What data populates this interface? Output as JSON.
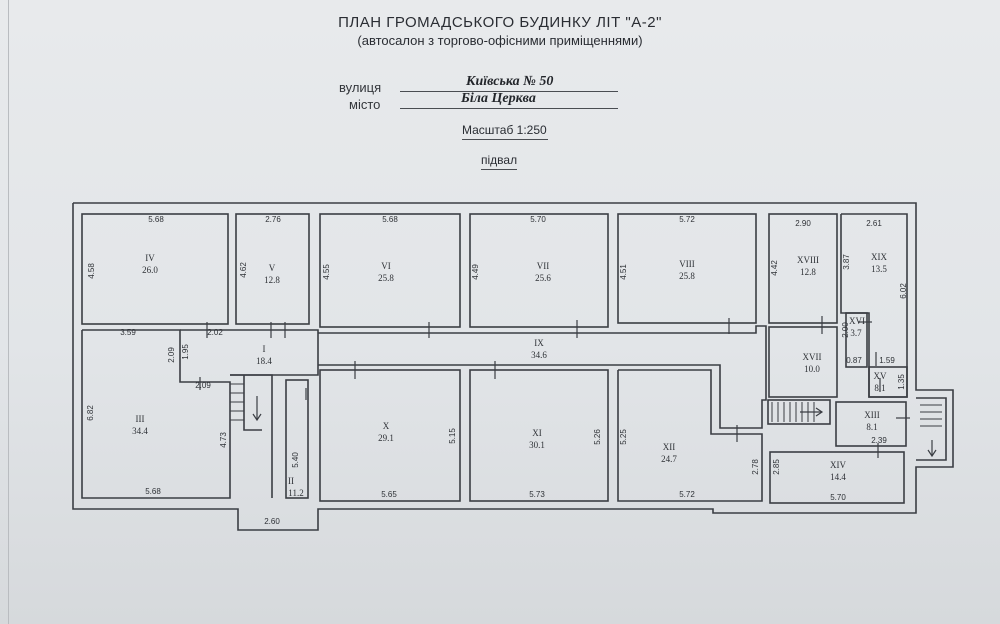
{
  "title": "ПЛАН ГРОМАДСЬКОГО БУДИНКУ  ЛІТ \"А-2\"",
  "subtitle": "(автосалон з торгово-офісними приміщеннями)",
  "address": {
    "street_label": "вулиця",
    "street_value": "Київська   № 50",
    "city_label": "місто",
    "city_value": "Біла Церква"
  },
  "scale": "Масштаб 1:250",
  "floor": "підвал",
  "rooms": {
    "r1": {
      "num": "I",
      "area": "18.4"
    },
    "r2": {
      "num": "II",
      "area": "11.2"
    },
    "r3": {
      "num": "III",
      "area": "34.4"
    },
    "r4": {
      "num": "IV",
      "area": "26.0"
    },
    "r5": {
      "num": "V",
      "area": "12.8"
    },
    "r6": {
      "num": "VI",
      "area": "25.8"
    },
    "r7": {
      "num": "VII",
      "area": "25.6"
    },
    "r8": {
      "num": "VIII",
      "area": "25.8"
    },
    "r9": {
      "num": "IX",
      "area": "34.6"
    },
    "r10": {
      "num": "X",
      "area": "29.1"
    },
    "r11": {
      "num": "XI",
      "area": "30.1"
    },
    "r12": {
      "num": "XII",
      "area": "24.7"
    },
    "r13": {
      "num": "XIII",
      "area": "8.1"
    },
    "r14": {
      "num": "XIV",
      "area": "14.4"
    },
    "r15": {
      "num": "XV",
      "area": "8.1"
    },
    "r16": {
      "num": "XVI",
      "area": "3.7"
    },
    "r17": {
      "num": "XVII",
      "area": "10.0"
    },
    "r18": {
      "num": "XVIII",
      "area": "12.8"
    },
    "r19": {
      "num": "XIX",
      "area": "13.5"
    }
  },
  "dims": {
    "d_iv_w": "5.68",
    "d_iv_h": "4.58",
    "d_v_w": "2.76",
    "d_v_h": "4.62",
    "d_vi_w": "5.68",
    "d_vi_h": "4.55",
    "d_vii_w": "5.70",
    "d_vii_h": "4.49",
    "d_viii_w": "5.72",
    "d_viii_h": "4.51",
    "d_xviii_w": "2.90",
    "d_xviii_h": "4.42",
    "d_xix_w": "2.61",
    "d_xix_h": "3.87",
    "d_xix_side": "6.02",
    "d_iii_top": "3.59",
    "d_iii_step": "2.02",
    "d_i_a": "2.09",
    "d_i_b": "1.95",
    "d_i_c": "2.09",
    "d_iii_h": "6.82",
    "d_iii_w": "5.68",
    "d_stair_h": "4.73",
    "d_ii_h": "5.40",
    "d_ii_w": "2.60",
    "d_x_w": "5.65",
    "d_x_h": "5.15",
    "d_xi_w": "5.73",
    "d_xi_h": "5.26",
    "d_xii_w": "5.72",
    "d_xii_h": "5.25",
    "d_xii_side": "2.78",
    "d_xiv_w": "5.70",
    "d_xiv_h": "2.85",
    "d_xvi_h": "2.00",
    "d_xvi_a": "0.87",
    "d_xvi_b": "1.59",
    "d_xv_h": "1.35",
    "d_xiii_w": "2.39"
  },
  "colors": {
    "line": "#3b3e44",
    "paper": "#e4e7ea"
  }
}
